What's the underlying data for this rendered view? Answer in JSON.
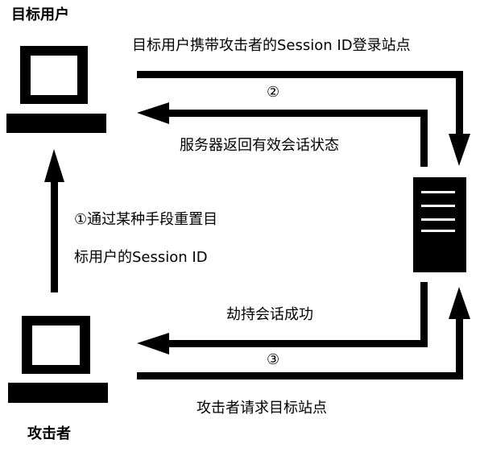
{
  "labels": {
    "target_user": "目标用户",
    "attacker": "攻击者",
    "login_with_session": "目标用户携带攻击者的Session ID登录站点",
    "step2": "②",
    "server_returns": "服务器返回有效会话状态",
    "step1_line1": "①通过某种手段重置目",
    "step1_line2": "标用户的Session ID",
    "hijack_success": "劫持会话成功",
    "step3": "③",
    "attacker_request": "攻击者请求目标站点"
  },
  "icons": {
    "target_computer": "computer-icon",
    "attacker_computer": "computer-icon",
    "server": "server-icon"
  }
}
